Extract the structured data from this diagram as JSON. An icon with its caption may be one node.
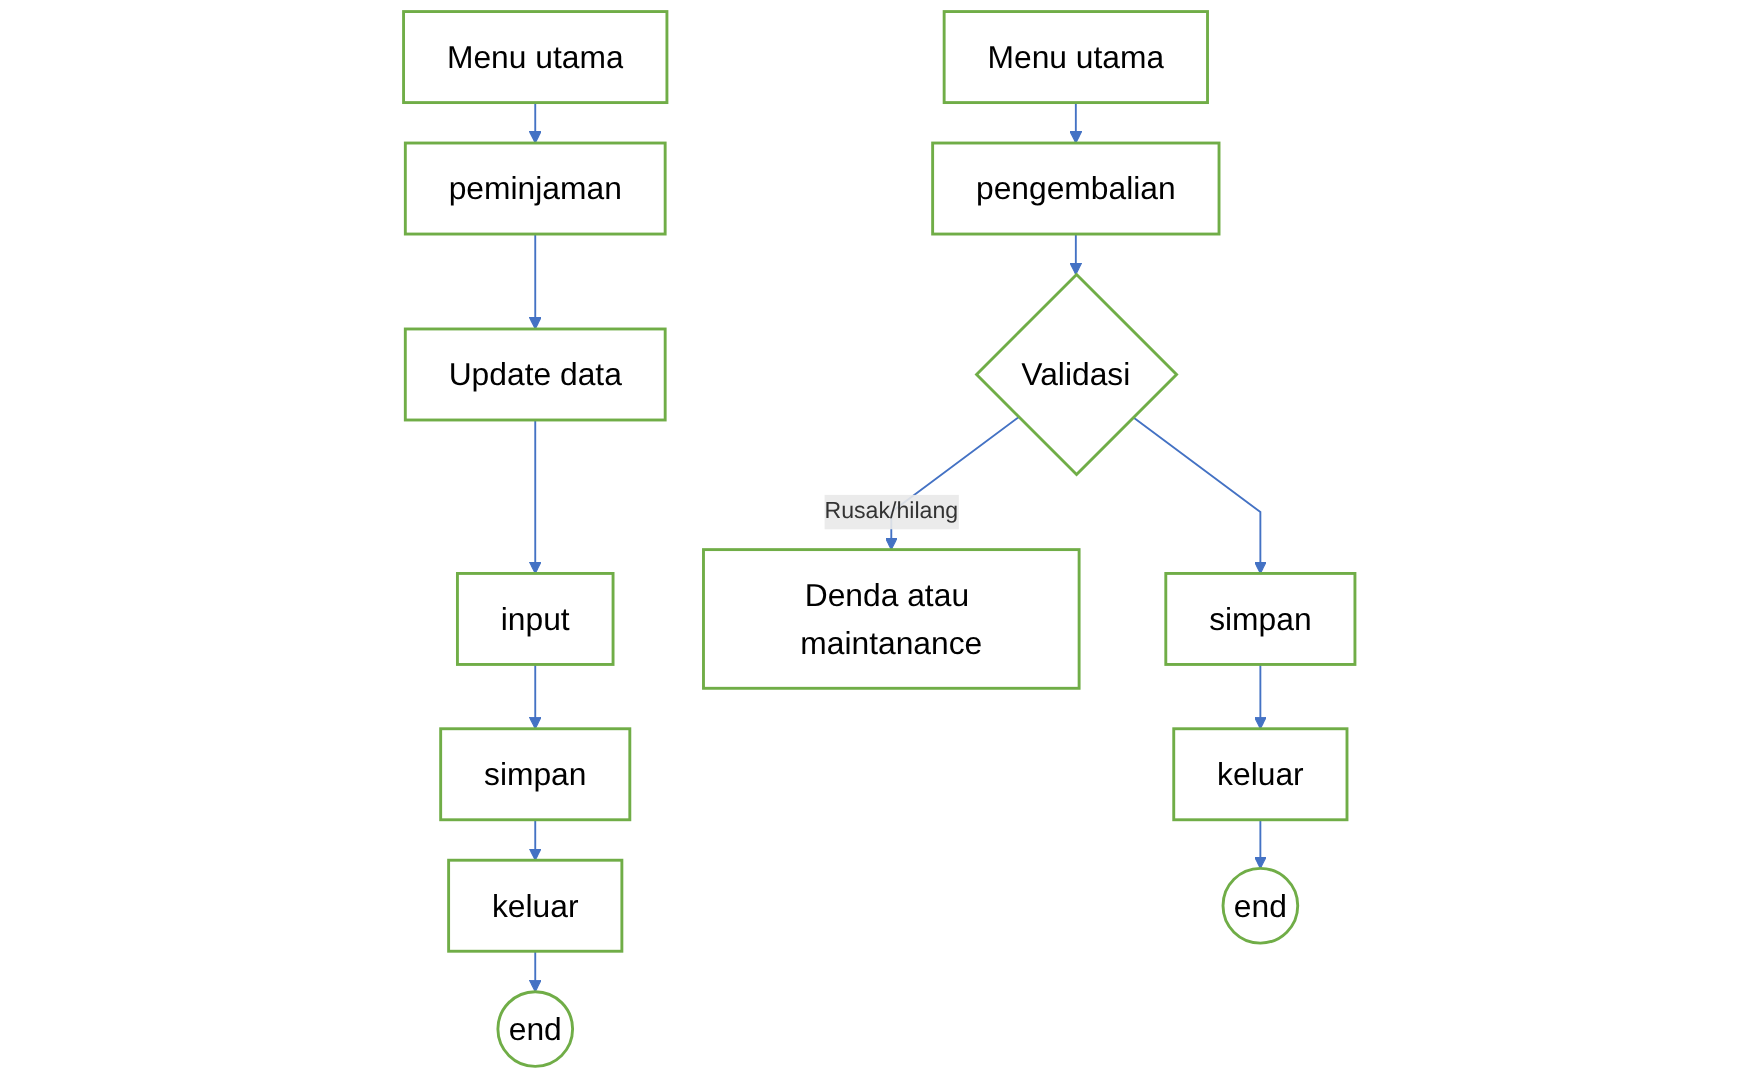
{
  "diagram": {
    "nodes": [
      {
        "text": [
          "Menu utama"
        ]
      },
      {
        "text": [
          "peminjaman"
        ]
      },
      {
        "text": [
          "Update data"
        ]
      },
      {
        "text": [
          "input"
        ]
      },
      {
        "text": [
          "simpan"
        ]
      },
      {
        "text": [
          "keluar"
        ]
      },
      {
        "text": [
          "end"
        ]
      },
      {
        "text": [
          "Menu utama"
        ]
      },
      {
        "text": [
          "pengembalian"
        ]
      },
      {
        "text": [
          "Validasi"
        ]
      },
      {
        "text": [
          "Denda atau maintanance"
        ]
      },
      {
        "text": [
          "simpan"
        ]
      },
      {
        "text": [
          "keluar"
        ]
      },
      {
        "text": [
          "end"
        ]
      }
    ],
    "edges": [
      {
        "from": 0,
        "to": 1,
        "arrow": "to"
      },
      {
        "from": 1,
        "to": 2,
        "arrow": "to"
      },
      {
        "from": 2,
        "to": 3,
        "arrow": "to"
      },
      {
        "from": 3,
        "to": 4,
        "arrow": "to"
      },
      {
        "from": 4,
        "to": 5,
        "arrow": "to"
      },
      {
        "from": 5,
        "to": 6,
        "arrow": "to"
      },
      {
        "from": 7,
        "to": 8,
        "arrow": "to"
      },
      {
        "from": 8,
        "to": 9,
        "arrow": "to"
      },
      {
        "from": 9,
        "to": 10,
        "label": "Rusak/hilang",
        "arrow": "to"
      },
      {
        "from": 9,
        "to": 11,
        "arrow": "to"
      },
      {
        "from": 11,
        "to": 12,
        "arrow": "to"
      },
      {
        "from": 12,
        "to": 13,
        "arrow": "to"
      }
    ]
  }
}
